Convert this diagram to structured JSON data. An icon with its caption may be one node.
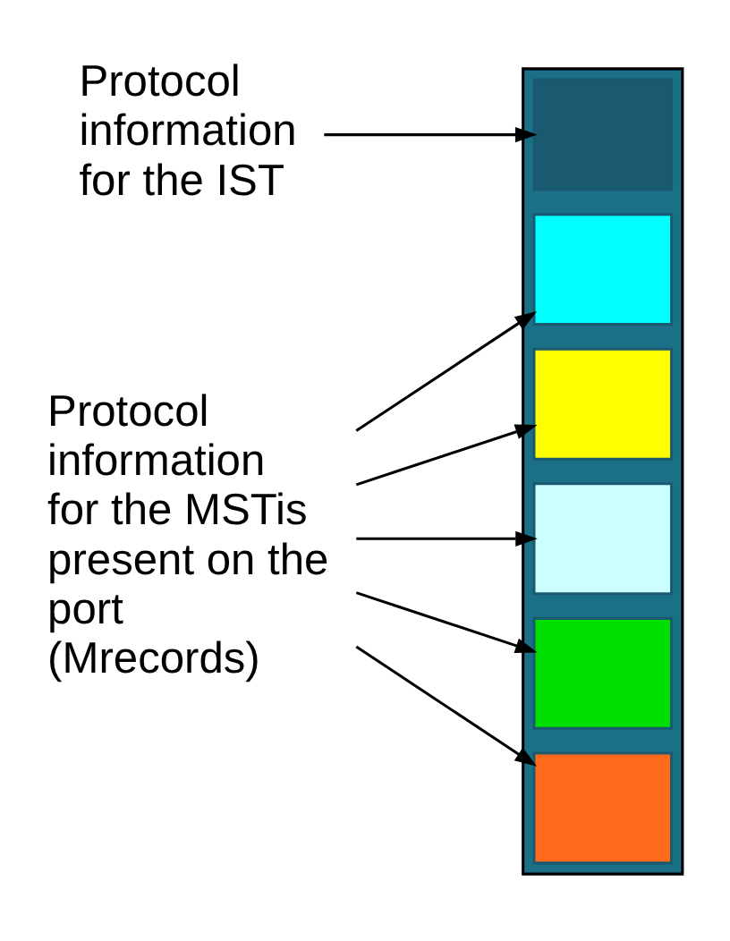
{
  "diagram": {
    "nodes": [
      {
        "text": [
          "Protocol information for the IST"
        ]
      },
      {
        "text": [
          "Protocol information for the MSTis present on the port (Mrecords)"
        ]
      },
      {
        "text": [],
        "shape": "arrow"
      },
      {
        "text": [],
        "shape": "box",
        "in": 2
      },
      {
        "text": [],
        "shape": "box",
        "in": 2
      },
      {
        "text": [],
        "shape": "box",
        "in": 2
      },
      {
        "text": [],
        "shape": "box",
        "in": 2
      },
      {
        "text": [],
        "shape": "box",
        "in": 2
      },
      {
        "text": [],
        "shape": "box",
        "in": 2
      }
    ],
    "edges": [
      {
        "from": 0,
        "to": 3,
        "arrow": "to"
      },
      {
        "from": 1,
        "to": 4,
        "arrow": "to"
      },
      {
        "from": 1,
        "to": 5,
        "arrow": "to"
      },
      {
        "from": 1,
        "to": 6,
        "arrow": "to"
      },
      {
        "from": 1,
        "to": 7,
        "arrow": "to"
      },
      {
        "from": 1,
        "to": 8,
        "arrow": "to"
      }
    ]
  }
}
